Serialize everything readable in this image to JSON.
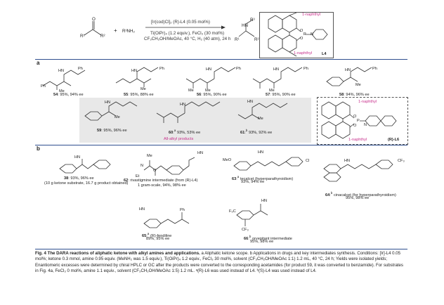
{
  "scheme": {
    "ketone_label_r1": "R¹",
    "ketone_label_r2": "R²",
    "ketone_o": "O",
    "plus": "+",
    "amine": "R³NH₂",
    "conditions_line1": "[Ir(cod)Cl]₂ (R)-L4 (0.05 mol%)",
    "conditions_line2": "Ti(OiPr)₄ (1.2 equiv.), FeCl₃ (30 mol%)",
    "conditions_line3": "CF₃CH₂OH/MeOAc, 40 °C, H₂ (40 atm), 24 h",
    "product_hn": "HN",
    "product_r1": "R¹",
    "product_r2": "R²",
    "product_r3": "R³",
    "ligand_top_label": "1-naphthyl",
    "ligand_bottom_label": "1-naphthyl",
    "ligand_name": "L4",
    "ligand_p": "P",
    "ligand_n": "N",
    "ligand_o": "O"
  },
  "section_a": {
    "label": "a",
    "compounds": [
      {
        "id": "54",
        "text": "95%, 94% ee"
      },
      {
        "id": "55",
        "text": "95%, 88% ee"
      },
      {
        "id": "56",
        "text": "95%, 90% ee"
      },
      {
        "id": "57",
        "text": "95%, 90% ee"
      },
      {
        "id": "58",
        "text": "94%, 96% ee"
      },
      {
        "id": "59",
        "text": "95%, 96% ee"
      },
      {
        "id": "60",
        "text": "93%, 53% ee",
        "sup": "a"
      },
      {
        "id": "61",
        "text": "93%, 92% ee",
        "sup": "b"
      }
    ],
    "all_alkyl_label": "All-alkyl products",
    "l6_top_label": "1-naphthyl",
    "l6_bottom_label": "1-naphthyl",
    "l6_name": "(R)-L6",
    "ph": "Ph",
    "me": "Me"
  },
  "section_b": {
    "label": "b",
    "items": [
      {
        "id": "38",
        "line1": "93%, 96% ee",
        "line2": "(10 g ketone substrate, 16.7 g product obtained)"
      },
      {
        "id": "62",
        "line1": "rivastigmine intermediate (from (R)-L4)",
        "line2": "1 gram-scale, 94%, 98% ee"
      },
      {
        "id": "63",
        "sup": "a",
        "line1": "tecalcet (hyperparathyroidism)",
        "line2": "93%, 94% ee"
      },
      {
        "id": "64",
        "sup": "b",
        "line1": "cinacalcet (for hyperparathyroidism)",
        "line2": "95%, 98% ee"
      },
      {
        "id": "65",
        "sup": "a",
        "line1": "(R)-fendiline",
        "line2": "89%, 95% ee"
      },
      {
        "id": "66",
        "sup": "b",
        "line1": "orvepitant intermediate",
        "line2": "95%, 98% ee"
      }
    ],
    "cf3": "CF₃",
    "f3c": "F₃C",
    "meo": "MeO",
    "cl": "Cl",
    "me2n": "Me",
    "et": "Et",
    "n": "N",
    "o": "O"
  },
  "caption": {
    "title": "Fig. 4 The DARA reactions of aliphatic ketone with alkyl amines and applications.",
    "body": "a Aliphatic ketone scope. b Applications in drugs and key intermediates synthesis. Conditions: [Ir]-L4 0.05 mol%; ketone 0.3 mmol, amine 0.95 equiv. (MeNH₂ was 1.5 equiv.), Ti(OiPr)₄ 1.2 equiv., FeCl₃ 30 mol%, solvent (CF₃CH₂OH/MeOAc 1:1) 1.2 mL, 40 °C, 24 h; Yields were isolated yields; Enantiomeric excesses were determined by chiral HPLC or GC after the products were converted to the corresponding acetamides (for product 59, it was converted to benzamide). For substrates in Fig. 4a, FeCl₃ 0 mol%, amine 1.1 equiv., solvent (CF₃CH₂OH/MeOAc 1:5) 1.2 mL. ᵃ(R)-L6 was used instead of L4. ᵇ(S)-L4 was used instead of L4."
  }
}
